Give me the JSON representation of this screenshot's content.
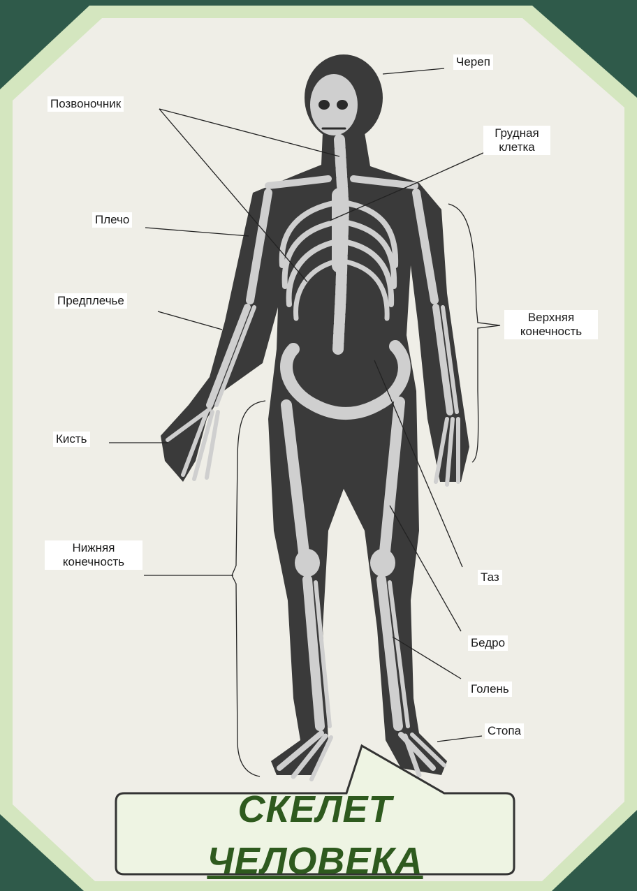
{
  "labels": {
    "skull": "Череп",
    "spine": "Позвоночник",
    "ribcage_line1": "Грудная",
    "ribcage_line2": "клетка",
    "shoulder": "Плечо",
    "forearm": "Предплечье",
    "upper_limb_line1": "Верхняя",
    "upper_limb_line2": "конечность",
    "hand": "Кисть",
    "lower_limb_line1": "Нижняя",
    "lower_limb_line2": "конечность",
    "pelvis": "Таз",
    "thigh": "Бедро",
    "shin": "Голень",
    "foot": "Стопа"
  },
  "callout": {
    "line1": "СКЕЛЕТ",
    "line2": "ЧЕЛОВЕКА"
  },
  "colors": {
    "background": "#2f5a4a",
    "frame": "#d4e6bf",
    "paper": "#efeee7",
    "body_silhouette": "#3b3b3b",
    "bone": "#cfcfcf",
    "callout_fill": "#eef4e3",
    "callout_border": "#333333",
    "callout_text": "#2e5a1e"
  }
}
